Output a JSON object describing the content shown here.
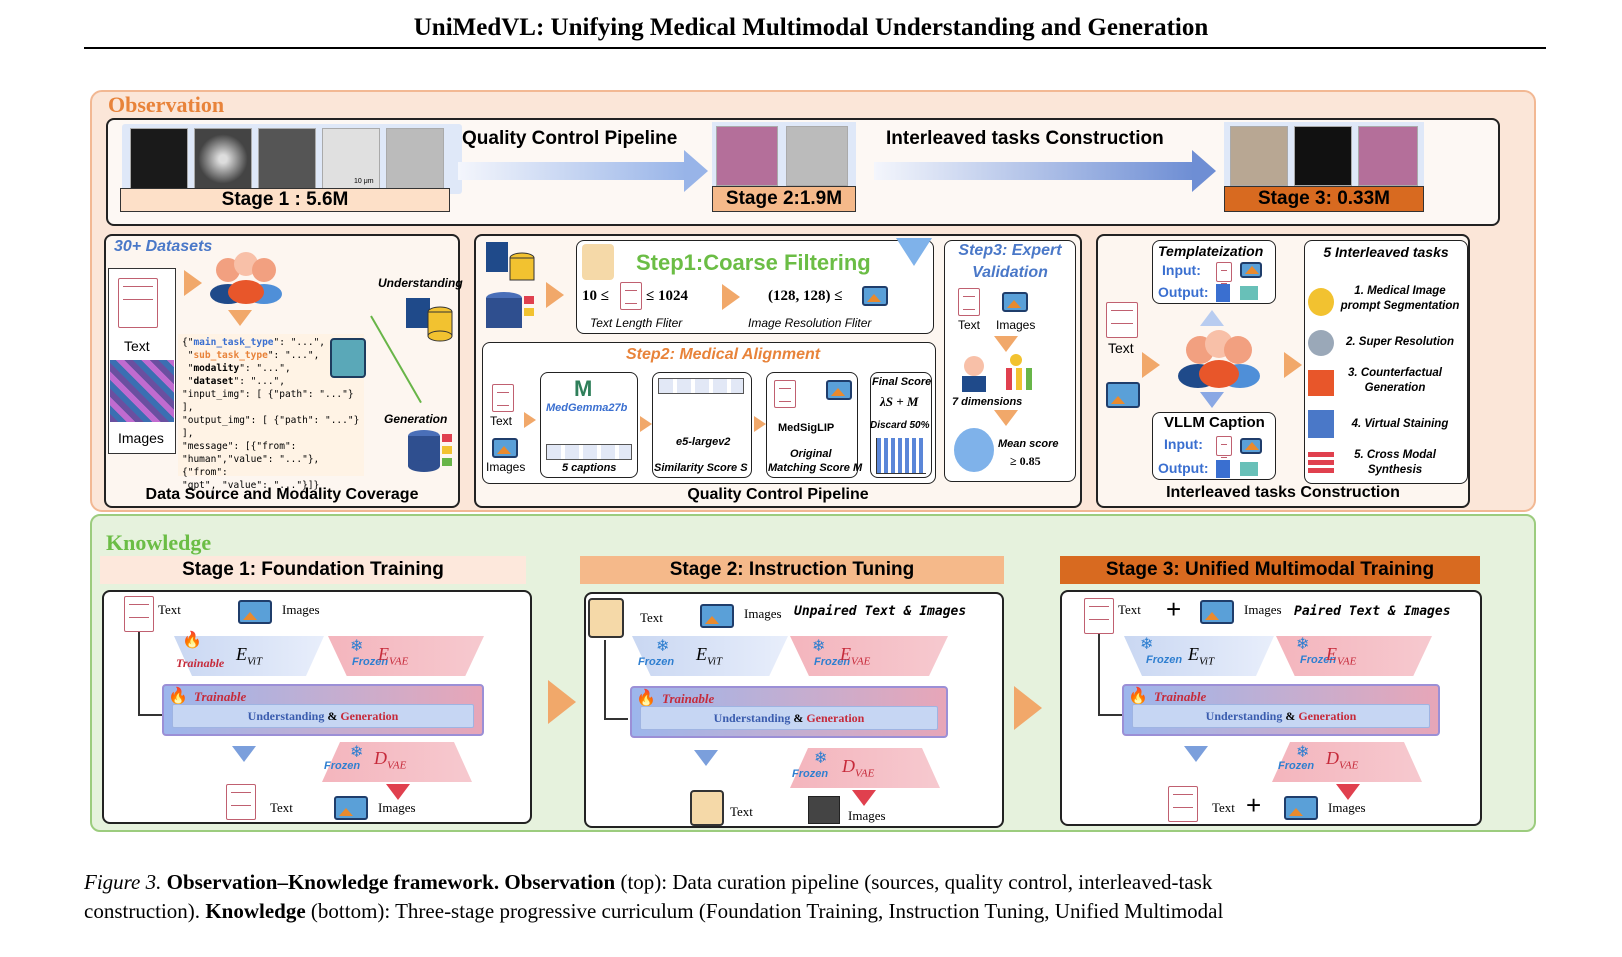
{
  "header": {
    "title": "UniMedVL: Unifying Medical Multimodal Understanding and Generation"
  },
  "observation": {
    "label": "Observation",
    "top": {
      "stage1": "Stage 1 : 5.6M",
      "stage2": "Stage 2:1.9M",
      "stage3": "Stage 3: 0.33M",
      "qc_label": "Quality Control Pipeline",
      "itc_label": "Interleaved tasks Construction",
      "micro_label": "10 μm"
    },
    "data_source": {
      "heading": "30+ Datasets",
      "text_label": "Text",
      "images_label": "Images",
      "understanding": "Understanding",
      "generation": "Generation",
      "json_lines": [
        {
          "k": "main_task_type",
          "v": ": \"...\","
        },
        {
          "k": "sub_task_type",
          "v": ": \"...\","
        },
        {
          "k": "modality",
          "v": ":      \"...\","
        },
        {
          "k": "dataset",
          "v": ":        \"...\","
        }
      ],
      "json_rest": [
        "\"input_img\":  [ {\"path\": \"...\"} ],",
        "\"output_img\": [ {\"path\": \"...\"} ],",
        "\"message\": [{\"from\":",
        "\"human\",\"value\": \"...\"},{\"from\":",
        "\"gpt\",   \"value\": \"...\"}]}"
      ],
      "caption": "Data Source and Modality Coverage"
    },
    "qc": {
      "step1": "Step1:Coarse Filtering",
      "formula1": "10 ≤",
      "formula1b": "≤ 1024",
      "formula2": "(128, 128) ≤",
      "text_filter": "Text Length Fliter",
      "img_filter": "Image Resolution Fliter",
      "step2": "Step2: Medical Alignment",
      "text_label": "Text",
      "images_label": "Images",
      "medgemma": "MedGemma27b",
      "captions": "5 captions",
      "e5": "e5-largev2",
      "sim": "Similarity Score S",
      "medsiglip": "MedSigLIP",
      "orig": "Original",
      "match": "Matching Score M",
      "final": "Final Score",
      "formula3": "λS + M",
      "discard": "Discard 50%",
      "step3a": "Step3: Expert",
      "step3b": "Validation",
      "dims": "7 dimensions",
      "mean": "Mean score",
      "mean_val": "≥ 0.85",
      "caption": "Quality Control Pipeline"
    },
    "itc": {
      "text_label": "Text",
      "templ": "Templateization",
      "input": "Input:",
      "output": "Output:",
      "vllm": "VLLM Caption",
      "tasks_title": "5 Interleaved tasks",
      "tasks": [
        "1. Medical Image prompt Segmentation",
        "2. Super Resolution",
        "3. Counterfactual Generation",
        "4. Virtual Staining",
        "5. Cross Modal Synthesis"
      ],
      "caption": "Interleaved tasks Construction"
    }
  },
  "knowledge": {
    "label": "Knowledge",
    "stage1": {
      "title": "Stage 1: Foundation Training",
      "text": "Text",
      "images": "Images",
      "trainable": "Trainable",
      "frozen": "Frozen",
      "evit": "E",
      "evit_sub": "ViT",
      "evae": "E",
      "evae_sub": "VAE",
      "dvae": "D",
      "dvae_sub": "VAE",
      "trainable_bar": "Trainable",
      "und": "Understanding",
      "amp": "&",
      "gen": "Generation"
    },
    "stage2": {
      "title": "Stage 2: Instruction Tuning",
      "text": "Text",
      "images": "Images",
      "unpaired": "Unpaired Text & Images",
      "frozen": "Frozen",
      "trainable_bar": "Trainable",
      "und": "Understanding",
      "amp": "&",
      "gen": "Generation"
    },
    "stage3": {
      "title": "Stage 3: Unified Multimodal Training",
      "text": "Text",
      "images": "Images",
      "paired": "Paired Text & Images",
      "frozen": "Frozen",
      "trainable_bar": "Trainable",
      "und": "Understanding",
      "amp": "&",
      "gen": "Generation"
    }
  },
  "caption": {
    "fig": "Figure 3.",
    "bold1": "Observation–Knowledge framework.",
    "bold2": "Observation",
    "text1": "(top): Data curation pipeline (sources, quality control, interleaved-task",
    "text2": "construction).",
    "bold3": "Knowledge",
    "text3": "(bottom): Three-stage progressive curriculum (Foundation Training, Instruction Tuning, Unified Multimodal"
  },
  "colors": {
    "obs_bg": "#fbe6d8",
    "obs_border": "#f2b893",
    "know_bg": "#e6f2dd",
    "know_border": "#9ccc7e",
    "stage3_bar": "#d86a20",
    "stage2_bar": "#f5b98a"
  }
}
